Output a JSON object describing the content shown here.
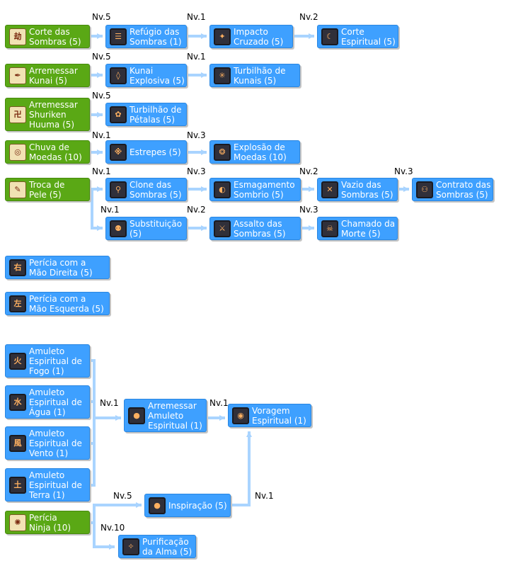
{
  "nodes": [
    {
      "id": "n1",
      "label": "Corte das\nSombras (5)",
      "color": "green",
      "icon": "scroll-icon",
      "glyph": "劫"
    },
    {
      "id": "n2",
      "label": "Refúgio das\nSombras (1)",
      "color": "blue",
      "icon": "shadow-refuge-icon",
      "glyph": "☰"
    },
    {
      "id": "n3",
      "label": "Impacto\nCruzado (5)",
      "color": "blue",
      "icon": "cross-impact-icon",
      "glyph": "✦"
    },
    {
      "id": "n4",
      "label": "Corte\nEspiritual (5)",
      "color": "blue",
      "icon": "spirit-slash-icon",
      "glyph": "☾"
    },
    {
      "id": "n5",
      "label": "Arremessar\nKunai (5)",
      "color": "green",
      "icon": "scroll-icon",
      "glyph": "✒"
    },
    {
      "id": "n6",
      "label": "Kunai\nExplosiva (5)",
      "color": "blue",
      "icon": "explosive-kunai-icon",
      "glyph": "◊"
    },
    {
      "id": "n7",
      "label": "Turbilhão de\nKunais (5)",
      "color": "blue",
      "icon": "kunai-whirl-icon",
      "glyph": "✳"
    },
    {
      "id": "n8",
      "label": "Arremessar\nShuriken\nHuuma (5)",
      "color": "green",
      "icon": "scroll-icon",
      "glyph": "卍"
    },
    {
      "id": "n9",
      "label": "Turbilhão de\nPétalas (5)",
      "color": "blue",
      "icon": "petal-whirl-icon",
      "glyph": "✿"
    },
    {
      "id": "n10",
      "label": "Chuva de\nMoedas (10)",
      "color": "green",
      "icon": "scroll-icon",
      "glyph": "◎"
    },
    {
      "id": "n11",
      "label": "Estrepes (5)",
      "color": "blue",
      "icon": "caltrops-icon",
      "glyph": "※"
    },
    {
      "id": "n12",
      "label": "Explosão de\nMoedas (10)",
      "color": "blue",
      "icon": "coin-explosion-icon",
      "glyph": "❂"
    },
    {
      "id": "n13",
      "label": "Troca de\nPele (5)",
      "color": "green",
      "icon": "scroll-icon",
      "glyph": "✎"
    },
    {
      "id": "n14",
      "label": "Clone das\nSombras (5)",
      "color": "blue",
      "icon": "shadow-clone-icon",
      "glyph": "⚲"
    },
    {
      "id": "n15",
      "label": "Esmagamento\nSombrio (5)",
      "color": "blue",
      "icon": "shadow-crush-icon",
      "glyph": "◐"
    },
    {
      "id": "n16",
      "label": "Vazio das\nSombras (5)",
      "color": "blue",
      "icon": "shadow-void-icon",
      "glyph": "✕"
    },
    {
      "id": "n17",
      "label": "Contrato das\nSombras (5)",
      "color": "blue",
      "icon": "shadow-contract-icon",
      "glyph": "⚇"
    },
    {
      "id": "n18",
      "label": "Substituição\n(5)",
      "color": "blue",
      "icon": "substitution-icon",
      "glyph": "⚉"
    },
    {
      "id": "n19",
      "label": "Assalto das\nSombras (5)",
      "color": "blue",
      "icon": "shadow-assault-icon",
      "glyph": "⚔"
    },
    {
      "id": "n20",
      "label": "Chamado da\nMorte (5)",
      "color": "blue",
      "icon": "death-call-icon",
      "glyph": "☠"
    },
    {
      "id": "n21",
      "label": "Perícia com a\nMão Direita (5)",
      "color": "blue",
      "icon": "right-hand-icon",
      "glyph": "右"
    },
    {
      "id": "n22",
      "label": "Perícia com a\nMão Esquerda (5)",
      "color": "blue",
      "icon": "left-hand-icon",
      "glyph": "左"
    },
    {
      "id": "n23",
      "label": "Amuleto\nEspiritual de\nFogo (1)",
      "color": "blue",
      "icon": "fire-amulet-icon",
      "glyph": "火"
    },
    {
      "id": "n24",
      "label": "Amuleto\nEspiritual de\nÁgua (1)",
      "color": "blue",
      "icon": "water-amulet-icon",
      "glyph": "水"
    },
    {
      "id": "n25",
      "label": "Amuleto\nEspiritual de\nVento (1)",
      "color": "blue",
      "icon": "wind-amulet-icon",
      "glyph": "風"
    },
    {
      "id": "n26",
      "label": "Amuleto\nEspiritual de\nTerra (1)",
      "color": "blue",
      "icon": "earth-amulet-icon",
      "glyph": "土"
    },
    {
      "id": "n27",
      "label": "Arremessar\nAmuleto\nEspiritual (1)",
      "color": "blue",
      "icon": "amulet-throw-icon",
      "glyph": "●"
    },
    {
      "id": "n28",
      "label": "Voragem\nEspiritual (1)",
      "color": "blue",
      "icon": "spirit-vortex-icon",
      "glyph": "◉"
    },
    {
      "id": "n29",
      "label": "Perícia\nNinja (10)",
      "color": "green",
      "icon": "scroll-icon",
      "glyph": "✺"
    },
    {
      "id": "n30",
      "label": "Inspiração (5)",
      "color": "blue",
      "icon": "inspiration-icon",
      "glyph": "●"
    },
    {
      "id": "n31",
      "label": "Purificação\nda Alma (5)",
      "color": "blue",
      "icon": "soul-purify-icon",
      "glyph": "✧"
    }
  ],
  "levels": [
    "Nv.5",
    "Nv.1",
    "Nv.2",
    "Nv.5",
    "Nv.1",
    "Nv.5",
    "Nv.1",
    "Nv.3",
    "Nv.1",
    "Nv.3",
    "Nv.2",
    "Nv.3",
    "Nv.1",
    "Nv.2",
    "Nv.3",
    "Nv.1",
    "Nv.1",
    "Nv.5",
    "Nv.1",
    "Nv.10"
  ],
  "colors": {
    "node_blue": "#3ea0ff",
    "node_green": "#5aa815",
    "arrow": "#a9d4ff"
  }
}
